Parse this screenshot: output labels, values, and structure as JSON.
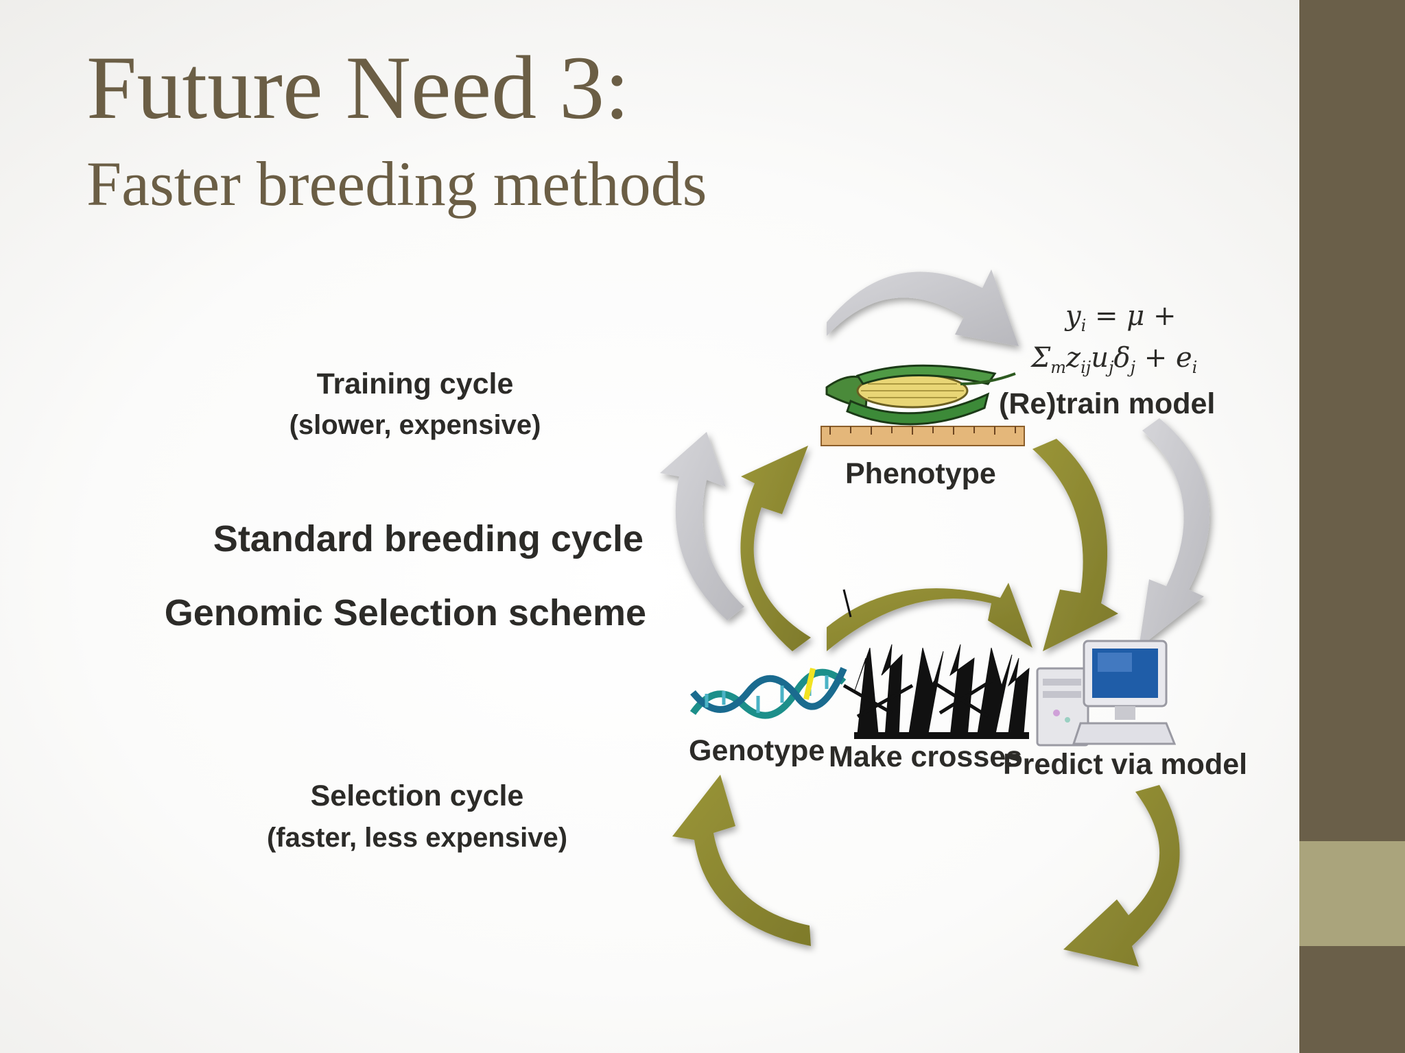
{
  "title": {
    "main": "Future Need 3:",
    "subtitle": "Faster breeding methods"
  },
  "legend": {
    "training_title": "Training cycle",
    "training_note": "(slower, expensive)",
    "standard": "Standard breeding cycle",
    "genomic": "Genomic Selection scheme",
    "selection_title": "Selection cycle",
    "selection_note": "(faster, less expensive)"
  },
  "nodes": {
    "phenotype": "Phenotype",
    "retrain": "(Re)train model",
    "genotype": "Genotype",
    "crosses": "Make crosses",
    "predict": "Predict via model"
  },
  "formula": {
    "line1": "y<sub>i</sub> = μ +",
    "line2": "Σ<sub>m</sub>z<sub>ij</sub>u<sub>j</sub>δ<sub>j</sub> + e<sub>i</sub>"
  },
  "colors": {
    "olive": "#8e8a33",
    "gray": "#c8c8cc",
    "sidebar": "#6a5f49",
    "sidebar_accent": "#aaa47c",
    "title": "#6b5e45"
  },
  "icons": [
    "corn-cob-icon",
    "ruler-icon",
    "dna-helix-icon",
    "corn-plants-icon",
    "computer-icon"
  ]
}
